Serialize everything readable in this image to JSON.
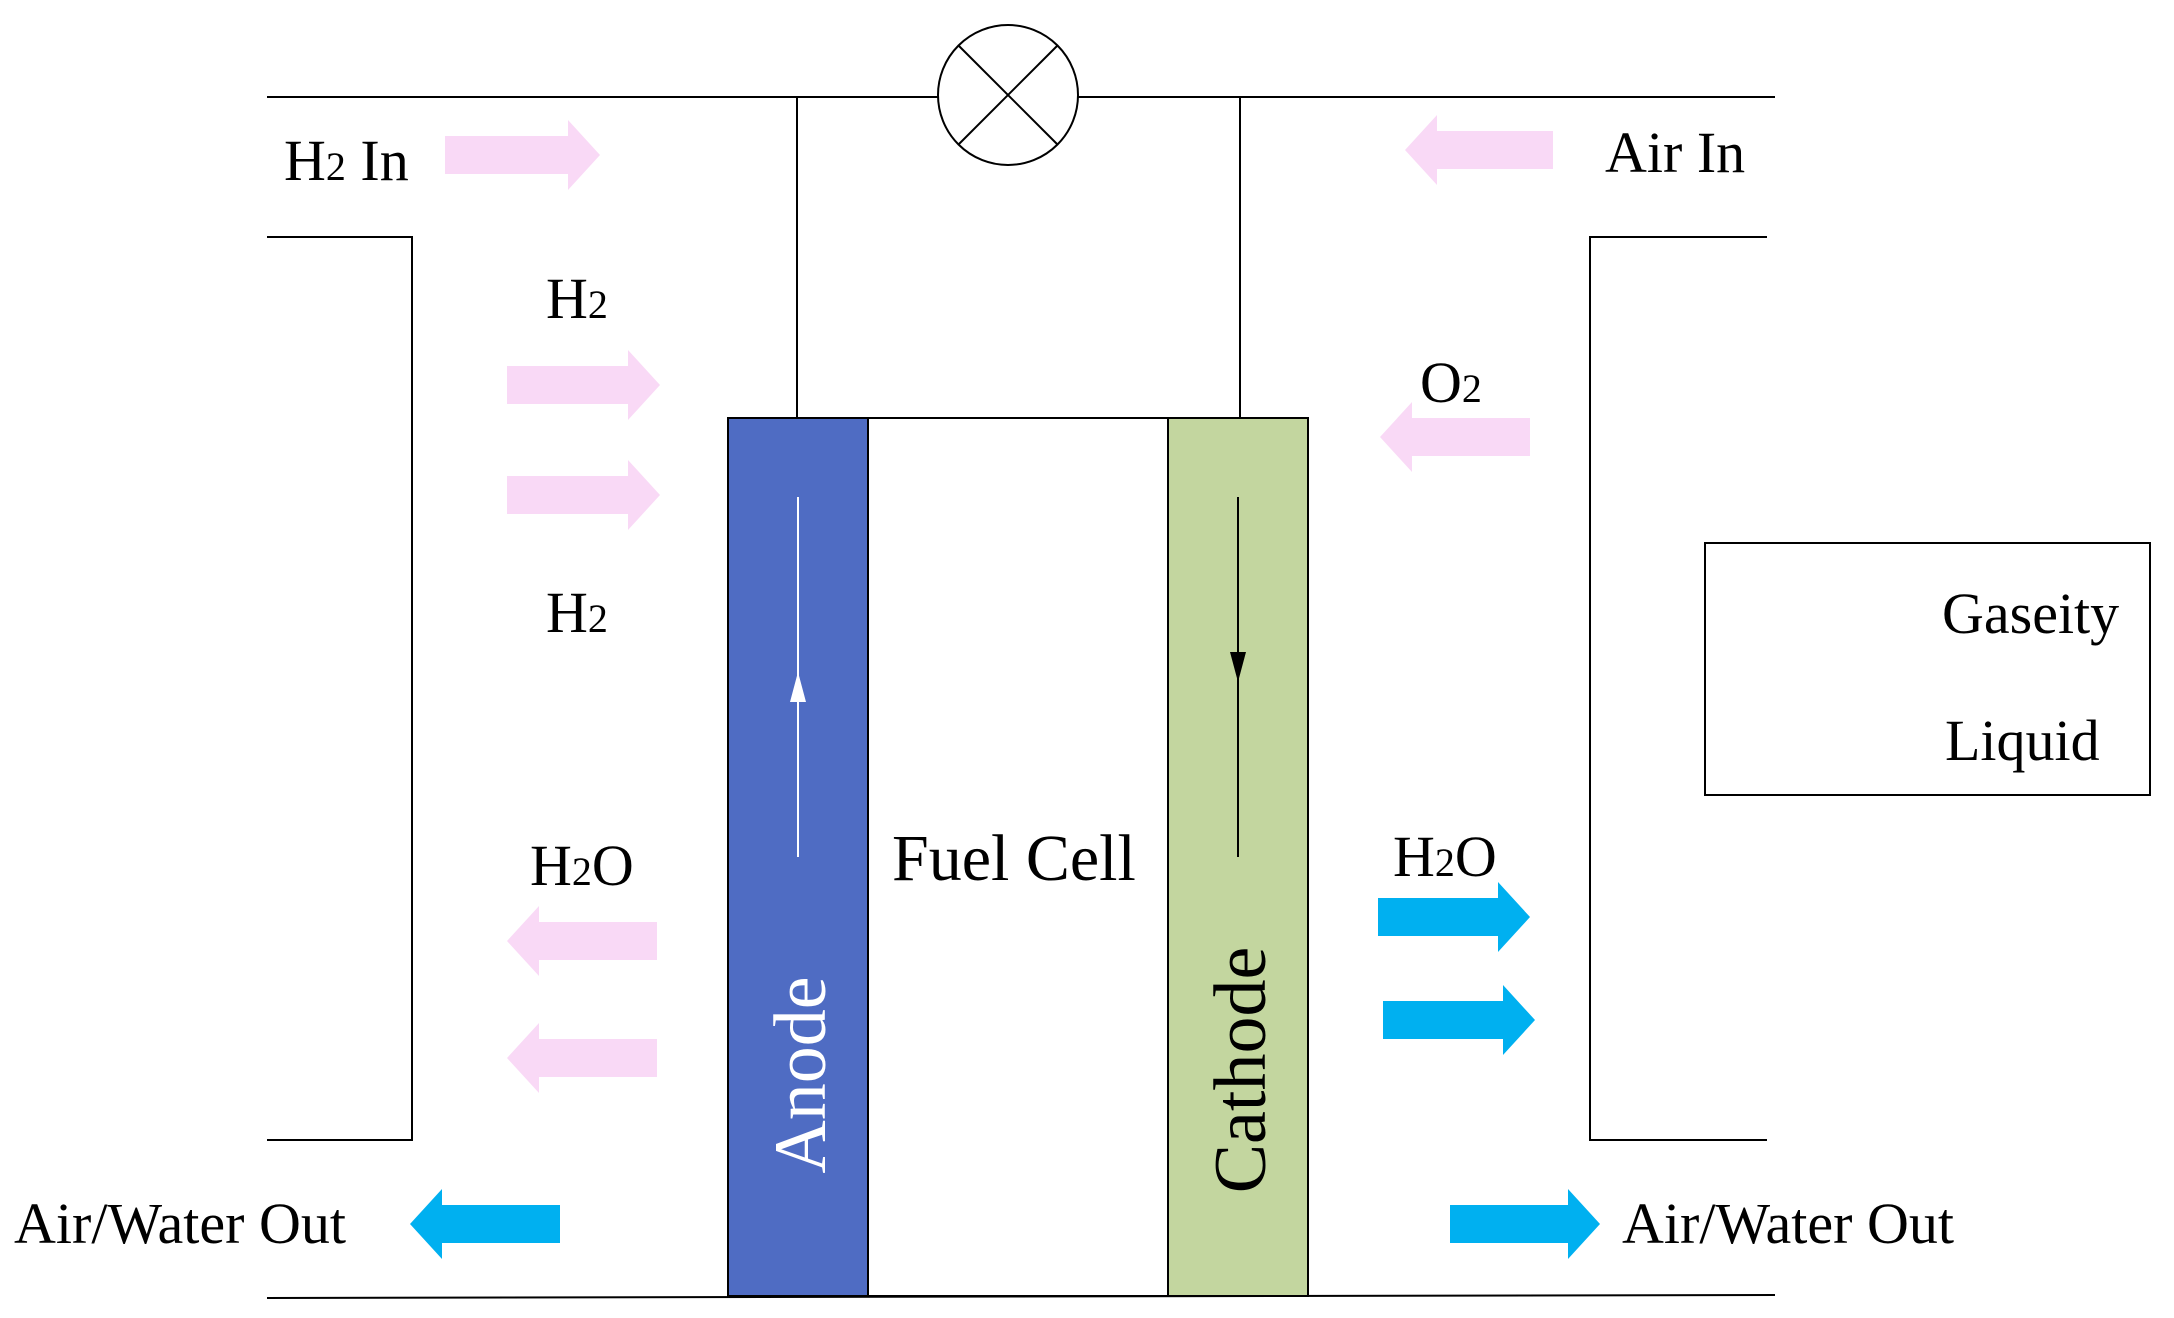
{
  "colors": {
    "gas": "#00B0F0",
    "liquid": "#F9D9F6",
    "anode": "#4F6CC3",
    "cathode": "#C3D69F",
    "line": "#000000"
  },
  "labels": {
    "h2_in": {
      "main": "H",
      "sub": "2",
      "tail": " In"
    },
    "air_in": "Air In",
    "h2_top": {
      "main": "H",
      "sub": "2"
    },
    "h2_mid": {
      "main": "H",
      "sub": "2"
    },
    "o2": {
      "main": "O",
      "sub": "2"
    },
    "h2o_left": {
      "main": "H",
      "sub": "2",
      "tail": "O"
    },
    "h2o_right": {
      "main": "H",
      "sub": "2",
      "tail": "O"
    },
    "fuel_cell": "Fuel Cell",
    "anode": "Anode",
    "cathode": "Cathode",
    "out_left": "Air/Water Out",
    "out_right": "Air/Water Out"
  },
  "legend": {
    "gas": "Gaseity",
    "liquid": "Liquid"
  },
  "icons": {
    "load": "lamp-load-icon"
  }
}
